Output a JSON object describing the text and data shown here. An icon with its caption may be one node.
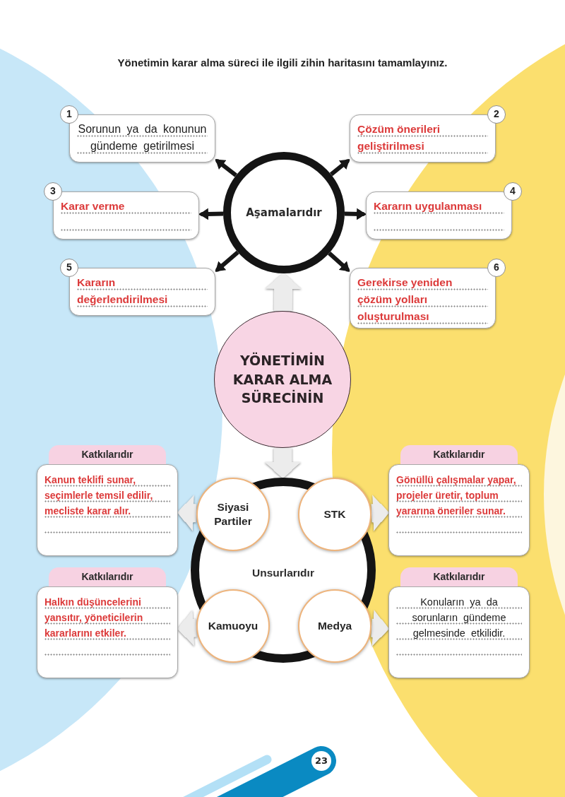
{
  "diagram": {
    "title": "Yönetimin karar alma süreci ile ilgili zihin haritasını tamamlayınız.",
    "nodes": [
      {
        "text": [
          "1",
          "Sorunun ya da konunun gündeme getirilmesi"
        ]
      },
      {
        "text": [
          "2",
          "Çözüm önerileri geliştirilmesi"
        ]
      },
      {
        "text": [
          "3",
          "Karar verme"
        ]
      },
      {
        "text": [
          "Aşamalarıdır"
        ]
      },
      {
        "text": [
          "4",
          "Kararın uygulanması"
        ]
      },
      {
        "text": [
          "5",
          "Kararın değerlendirilmesi"
        ]
      },
      {
        "text": [
          "6",
          "Gerekirse yeniden çözüm yolları oluşturulması"
        ]
      },
      {
        "text": [
          "YÖNETİMİN KARAR ALMA SÜRECİNİN"
        ]
      },
      {
        "text": [
          "Katkılarıdır",
          "Kanun teklifi sunar, seçimlerle temsil edilir, mecliste karar alır."
        ]
      },
      {
        "text": [
          "Unsurlarıdır"
        ]
      },
      {
        "text": [
          "Siyasi Partiler"
        ],
        "in": 9
      },
      {
        "text": [
          "STK"
        ],
        "in": 9
      },
      {
        "text": [
          "Katkılarıdır",
          "Gönüllü çalışmalar yapar, projeler üretir, toplum yararına öneriler sunar."
        ]
      },
      {
        "text": [
          "Katkılarıdır",
          "Halkın düşüncelerini yansıtır, yöneticilerin kararlarını etkiler."
        ]
      },
      {
        "text": [
          "Kamuoyu"
        ],
        "in": 9
      },
      {
        "text": [
          "Medya"
        ],
        "in": 9
      },
      {
        "text": [
          "Katkılarıdır",
          "Konuların ya da sorunların gündeme gelmesinde etkilidir."
        ]
      }
    ],
    "edges": [
      {
        "from": 3,
        "to": 0,
        "arrow": "to"
      },
      {
        "from": 3,
        "to": 1,
        "arrow": "to"
      },
      {
        "from": 3,
        "to": 2,
        "arrow": "to"
      },
      {
        "from": 3,
        "to": 4,
        "arrow": "to"
      },
      {
        "from": 3,
        "to": 5,
        "arrow": "to"
      },
      {
        "from": 3,
        "to": 6,
        "arrow": "to"
      },
      {
        "from": 7,
        "to": 3,
        "arrow": "to",
        "style": "thick",
        "color": "#ececec"
      },
      {
        "from": 7,
        "to": 9,
        "arrow": "to",
        "style": "thick",
        "color": "#ececec"
      },
      {
        "from": 10,
        "to": 8,
        "arrow": "to",
        "style": "thick",
        "color": "#ececec"
      },
      {
        "from": 11,
        "to": 12,
        "arrow": "to",
        "style": "thick",
        "color": "#ececec"
      },
      {
        "from": 14,
        "to": 13,
        "arrow": "to",
        "style": "thick",
        "color": "#ececec"
      },
      {
        "from": 15,
        "to": 16,
        "arrow": "to",
        "style": "thick",
        "color": "#ececec"
      }
    ],
    "labels": [
      "23"
    ]
  }
}
